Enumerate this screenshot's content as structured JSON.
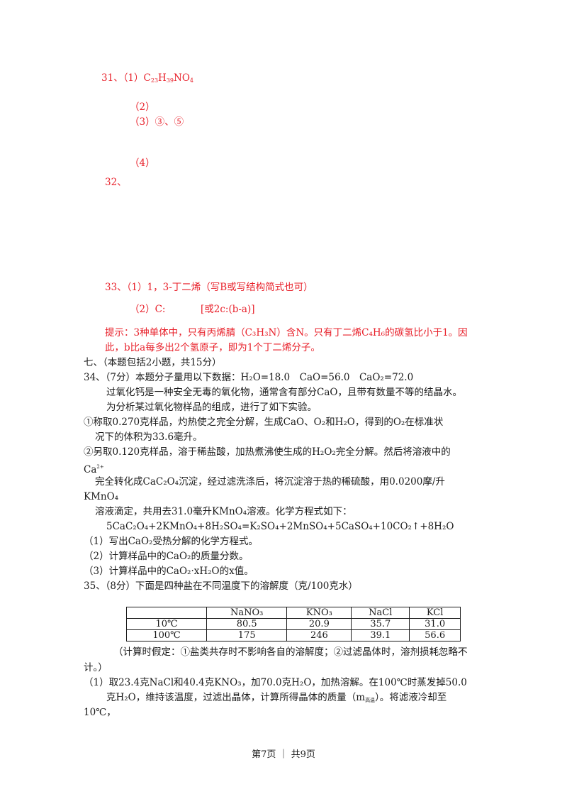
{
  "answers": {
    "q31_label": "31、",
    "q31_1": "（1）C",
    "q31_1_sub1": "23",
    "q31_1_mid": "H",
    "q31_1_sub2": "39",
    "q31_1_end": "NO",
    "q31_1_sub3": "4",
    "q31_2": "（2）",
    "q31_3": "（3）③、⑤",
    "q31_4": "（4）",
    "q32": "32、",
    "q33_1": "33、（1）1，3-丁二烯（写B或写结构简式也可）",
    "q33_2a": "（2）C:",
    "q33_2b": "[或2c:(b-a)]",
    "hint_line1": "提示：3种单体中，只有丙烯腈（C₃H₃N）含N。只有丁二烯C₄H₆的碳氢比小于1。因",
    "hint_line2": "此，b比a每多出2个氢原子，即为1个丁二烯分子。"
  },
  "section7": {
    "heading": "七、（本题包括2小题，共15分）",
    "q34_head": "34、（7分）本题分子量用以下数据：H₂O=18.0　CaO=56.0　CaO₂=72.0",
    "q34_p1": "过氧化钙是一种安全无毒的氧化物，通常含有部分CaO，且带有数量不等的结晶水。",
    "q34_p2": "为分析某过氧化物样品的组成，进行了如下实验。",
    "q34_s1a": "①称取0.270克样品，灼热使之完全分解，生成CaO、O₂和H₂O，得到的O₂在标准状",
    "q34_s1b": "况下的体积为33.6毫升。",
    "q34_s2a": "②另取0.120克样品，溶于稀盐酸，加热煮沸使生成的H₂O₂完全分解。然后将溶液中的",
    "q34_s2b_main": "Ca",
    "q34_s2b_sup": "2+",
    "q34_s2c": "完全转化成CaC₂O₄沉淀，经过滤洗涤后，将沉淀溶于热的稀硫酸，用0.0200摩/升",
    "q34_s2d": "KMnO₄",
    "q34_s2e": "溶液滴定，共用去31.0毫升KMnO₄溶液。化学方程式如下：",
    "q34_eq": "5CaC₂O₄+2KMnO₄+8H₂SO₄=K₂SO₄+2MnSO₄+5CaSO₄+10CO₂↑+8H₂O",
    "q34_a": "（1）写出CaO₂受热分解的化学方程式。",
    "q34_b": "（2）计算样品中的CaO₂的质量分数。",
    "q34_c": "（3）计算样品中的CaO₂·xH₂O的x值。",
    "q35_head": "35、（8分）下面是四种盐在不同温度下的溶解度（克/100克水）"
  },
  "table": {
    "headers": [
      "",
      "NaNO₃",
      "KNO₃",
      "NaCl",
      "KCl"
    ],
    "rows": [
      [
        "10℃",
        "80.5",
        "20.9",
        "35.7",
        "31.0"
      ],
      [
        "100℃",
        "175",
        "246",
        "39.1",
        "56.6"
      ]
    ]
  },
  "q35": {
    "note1": "（计算时假定：①盐类共存时不影响各自的溶解度；②过滤晶体时，溶剂损耗忽略不",
    "note2": "计。）",
    "p1a": "（1）取23.4克NaCl和40.4克KNO₃，加70.0克H₂O，加热溶解。在100℃时蒸发掉50.0",
    "p1b_main": "克H₂O，维持该温度，过滤出晶体，计算所得晶体的质量（m",
    "p1b_sub": "高温",
    "p1b_end": "）。将滤液冷却至",
    "p1c": "10℃，"
  },
  "footer": {
    "text": "第7页 ｜ 共9页"
  }
}
